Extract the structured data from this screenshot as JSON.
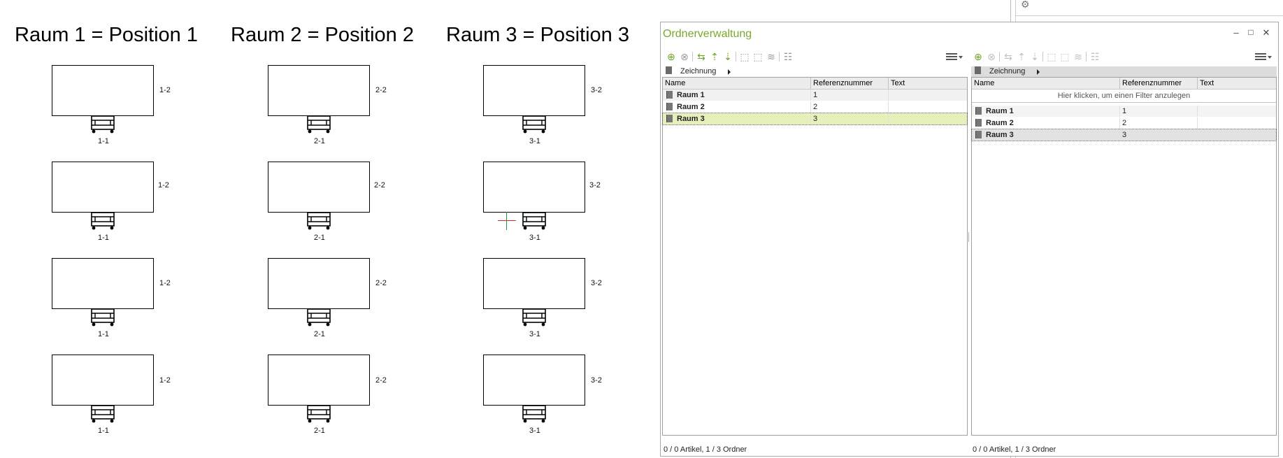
{
  "drawing": {
    "columns": [
      {
        "title": "Raum 1 = Position 1",
        "label_top": "1-2",
        "label_bottom": "1-1"
      },
      {
        "title": "Raum 2 = Position 2",
        "label_top": "2-2",
        "label_bottom": "2-1"
      },
      {
        "title": "Raum 3 = Position 3",
        "label_top": "3-2",
        "label_bottom": "3-1"
      }
    ]
  },
  "window": {
    "title": "Ordnerverwaltung",
    "minimize_glyph": "–",
    "maximize_glyph": "□",
    "close_glyph": "✕"
  },
  "left_pane": {
    "breadcrumb": "Zeichnung",
    "columns": [
      "Name",
      "Referenznummer",
      "Text"
    ],
    "rows": [
      {
        "name": "Raum 1",
        "ref": "1",
        "text": ""
      },
      {
        "name": "Raum 2",
        "ref": "2",
        "text": ""
      },
      {
        "name": "Raum 3",
        "ref": "3",
        "text": ""
      }
    ],
    "selected_index": 2,
    "status": "0 / 0 Artikel, 1 / 3 Ordner"
  },
  "right_pane": {
    "breadcrumb": "Zeichnung",
    "columns": [
      "Name",
      "Referenznummer",
      "Text"
    ],
    "filter_hint": "Hier klicken, um einen Filter anzulegen",
    "rows": [
      {
        "name": "Raum 1",
        "ref": "1",
        "text": ""
      },
      {
        "name": "Raum 2",
        "ref": "2",
        "text": ""
      },
      {
        "name": "Raum 3",
        "ref": "3",
        "text": ""
      }
    ],
    "selected_index": 2,
    "status": "0 / 0 Artikel, 1 / 3 Ordner"
  },
  "colors": {
    "accent": "#7aa82c",
    "selection": "#e6f0bb",
    "selection_dark": "#e2e2e2"
  },
  "icons": {
    "add": "plus-circle-icon",
    "remove": "x-circle-icon",
    "swap": "swap-arrows-icon",
    "sort_up": "sort-up-icon",
    "sort_down": "sort-down-icon",
    "menu": "hamburger-menu-icon",
    "gear": "gear-icon"
  }
}
